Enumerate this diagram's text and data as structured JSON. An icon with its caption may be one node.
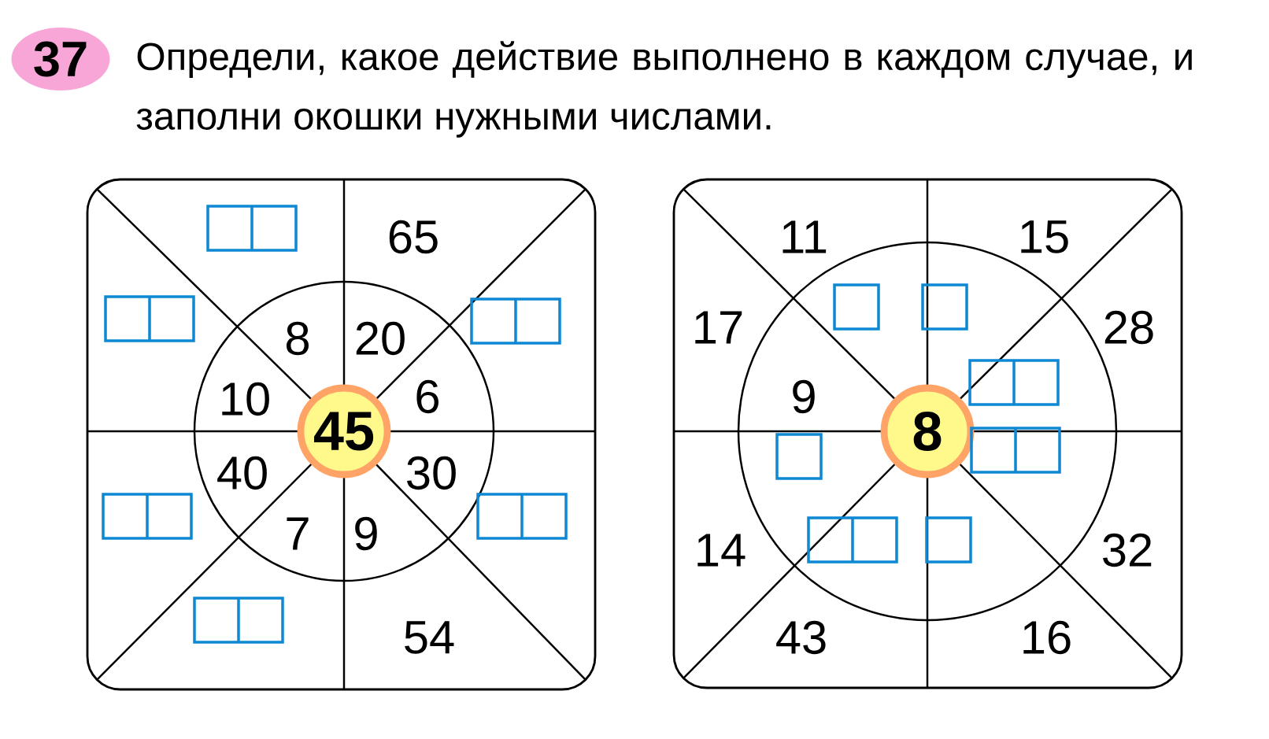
{
  "diagram": {
    "title": "Определи, какое действие выполнено в каждом случае, и заполни окошки нужными числами.",
    "nodes": [
      {
        "text": [
          "45"
        ]
      },
      {
        "text": [
          "8"
        ]
      }
    ],
    "labels": [
      "37",
      "65",
      "8",
      "20",
      "10",
      "6",
      "40",
      "30",
      "7",
      "9",
      "54",
      "11",
      "15",
      "17",
      "28",
      "9",
      "14",
      "32",
      "43",
      "16"
    ]
  }
}
